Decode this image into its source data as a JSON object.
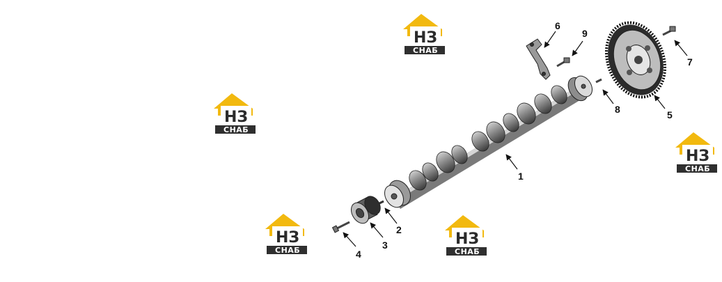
{
  "diagram": {
    "callouts": [
      "1",
      "2",
      "3",
      "4",
      "5",
      "6",
      "7",
      "8",
      "9"
    ]
  },
  "watermark": {
    "monogram": "НЗ",
    "word": "СНАБ",
    "colors": {
      "roof": "#f2b90f",
      "plate": "#2f2f2f",
      "letters": "#2b2b2b"
    }
  }
}
